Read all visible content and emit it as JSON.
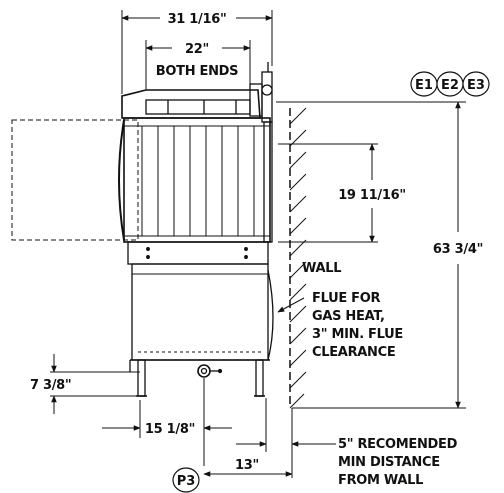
{
  "dimensions": {
    "overall_width": "31 1/16\"",
    "end_width": "22\"",
    "end_note": "BOTH ENDS",
    "door_height": "19 11/16\"",
    "overall_height": "63 3/4\"",
    "leg_height": "7 3/8\"",
    "leg_offset": "15 1/8\"",
    "p3_offset": "13\""
  },
  "labels": {
    "wall": "WALL",
    "flue_line1": "FLUE FOR",
    "flue_line2": "GAS HEAT,",
    "flue_line3": "3\" MIN. FLUE",
    "flue_line4": "CLEARANCE",
    "distance_line1": "5\" RECOMENDED",
    "distance_line2": "MIN DISTANCE",
    "distance_line3": "FROM WALL"
  },
  "callouts": {
    "e1": "E1",
    "e2": "E2",
    "e3": "E3",
    "p3": "P3"
  }
}
